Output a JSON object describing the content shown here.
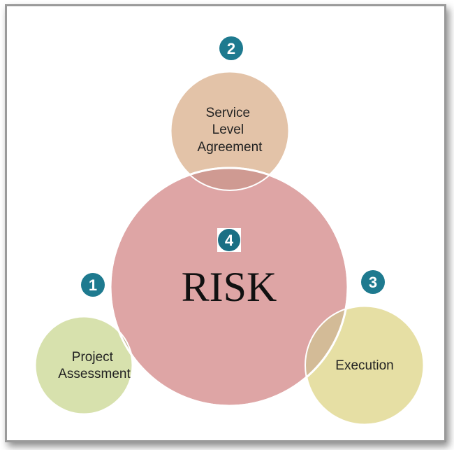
{
  "diagram": {
    "center": {
      "label": "RISK",
      "badge": "4"
    },
    "nodes": [
      {
        "label_lines": [
          "Project",
          "Assessment"
        ],
        "badge": "1"
      },
      {
        "label_lines": [
          "Service",
          "Level",
          "Agreement"
        ],
        "badge": "2"
      },
      {
        "label_lines": [
          "Execution"
        ],
        "badge": "3"
      }
    ]
  },
  "colors": {
    "center_fill": "#dea5a5",
    "node_1_fill": "#d7e1ad",
    "node_2_fill": "#e3c3a8",
    "node_3_fill": "#e6dfa4",
    "overlap_1": "#c3b08e",
    "overlap_2": "#cf9a92",
    "overlap_3": "#d3bb97",
    "badge_fill": "#1e7a8f",
    "badge_fill_center": "#1a6f84"
  }
}
